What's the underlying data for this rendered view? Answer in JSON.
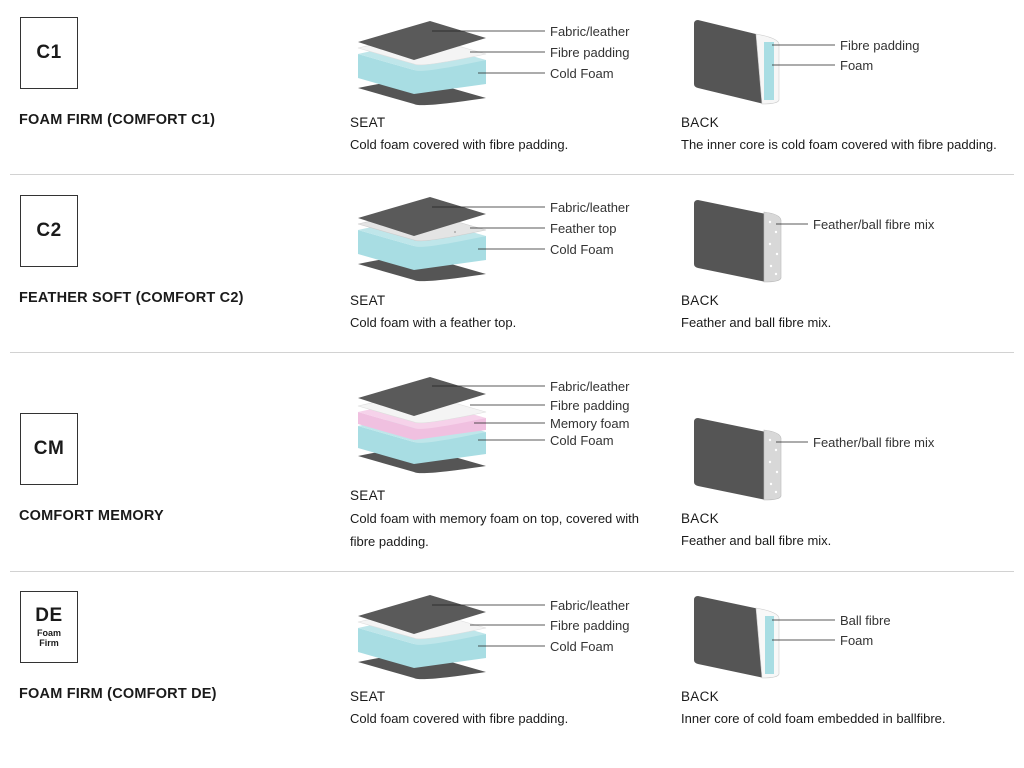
{
  "rows": [
    {
      "code": "C1",
      "code_sub": "",
      "name": "FOAM FIRM (COMFORT C1)",
      "seat": {
        "heading": "SEAT",
        "description": [
          "Cold foam covered with fibre padding."
        ],
        "layers": [
          "Fabric/leather",
          "Fibre padding",
          "Cold Foam"
        ]
      },
      "back": {
        "heading": "BACK",
        "description": [
          "The inner core is cold foam covered with fibre padding."
        ],
        "layers": [
          "Fibre padding",
          "Foam"
        ]
      }
    },
    {
      "code": "C2",
      "code_sub": "",
      "name": "FEATHER SOFT (COMFORT C2)",
      "seat": {
        "heading": "SEAT",
        "description": [
          "Cold foam with a feather top."
        ],
        "layers": [
          "Fabric/leather",
          "Feather top",
          "Cold Foam"
        ]
      },
      "back": {
        "heading": "BACK",
        "description": [
          "Feather and ball fibre mix."
        ],
        "layers": [
          "Feather/ball fibre mix"
        ]
      }
    },
    {
      "code": "CM",
      "code_sub": "",
      "name": "COMFORT MEMORY",
      "seat": {
        "heading": "SEAT",
        "description": [
          "Cold foam with memory foam on top, covered with",
          "fibre padding."
        ],
        "layers": [
          "Fabric/leather",
          "Fibre padding",
          "Memory foam",
          "Cold Foam"
        ]
      },
      "back": {
        "heading": "BACK",
        "description": [
          "Feather and ball fibre mix."
        ],
        "layers": [
          "Feather/ball fibre mix"
        ]
      }
    },
    {
      "code": "DE",
      "code_sub": "Foam Firm",
      "name": "FOAM FIRM (COMFORT DE)",
      "seat": {
        "heading": "SEAT",
        "description": [
          "Cold foam covered with fibre padding."
        ],
        "layers": [
          "Fabric/leather",
          "Fibre padding",
          "Cold Foam"
        ]
      },
      "back": {
        "heading": "BACK",
        "description": [
          "Inner core of cold foam embedded in ballfibre."
        ],
        "layers": [
          "Ball fibre",
          "Foam"
        ]
      }
    }
  ],
  "colors": {
    "cover": "#5a5a5a",
    "cold_foam": "#a8dde3",
    "fibre_padding": "#f2f2f2",
    "memory_foam": "#f0c0e0",
    "feather": "#e4e4e4"
  }
}
